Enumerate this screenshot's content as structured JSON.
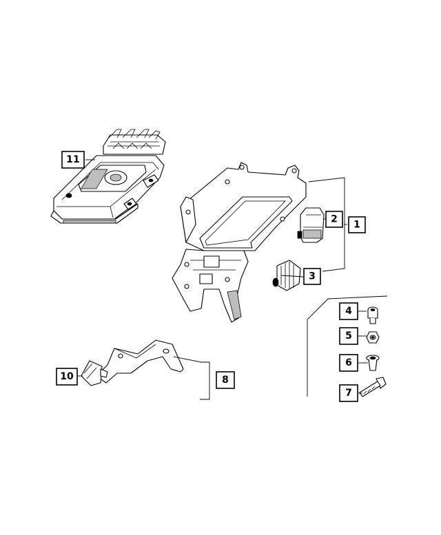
{
  "diagram": {
    "callouts": [
      {
        "id": "c1",
        "label": "1"
      },
      {
        "id": "c2",
        "label": "2"
      },
      {
        "id": "c3",
        "label": "3"
      },
      {
        "id": "c4",
        "label": "4"
      },
      {
        "id": "c5",
        "label": "5"
      },
      {
        "id": "c6",
        "label": "6"
      },
      {
        "id": "c7",
        "label": "7"
      },
      {
        "id": "c8",
        "label": "8"
      },
      {
        "id": "c10",
        "label": "10"
      },
      {
        "id": "c11",
        "label": "11"
      }
    ]
  }
}
